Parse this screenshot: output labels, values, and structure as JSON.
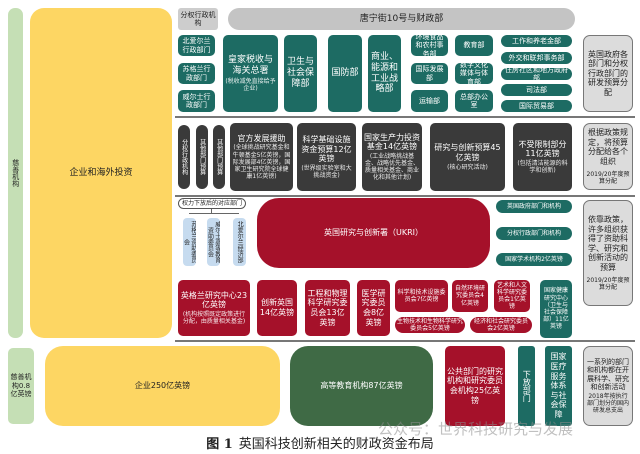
{
  "left": {
    "charity_label": "慈善机构",
    "business_label": "企业和海外投资"
  },
  "row1": {
    "devolved_header": "分权行政机构",
    "treasury_header": "唐宁街10号与财政部",
    "devolved": [
      "北爱尔兰行政部门",
      "苏格兰行政部门",
      "威尔士行政部门"
    ],
    "hmrc": {
      "title": "皇家税收与海关总署",
      "sub": "(税收减免直接给予企业)"
    },
    "dhsc": "卫生与社会保障部",
    "mod": "国防部",
    "beis": "商业、能源和工业战略部",
    "col_a": [
      "环境食品和农村事务部",
      "国际发展部",
      "运输部"
    ],
    "col_b": [
      "教育部",
      "数字文化媒体与体育部",
      "总部办公室"
    ],
    "col_c": [
      "工作和养老金部",
      "外交和联邦事务部",
      "住房社区和地方政府部",
      "司法部",
      "国际贸易部"
    ],
    "note": "英国政府各部门和分权行政部门的研发预算分配"
  },
  "row2": {
    "vertical": [
      "分权行政机构",
      "其他部门预算",
      "其他部门预算"
    ],
    "oda": {
      "title": "官方发展援助",
      "sub": "(全球挑战研究基金和牛顿基金5亿英镑，国际发展部4亿英镑，国家卫生研究院全球健康1亿英镑)"
    },
    "science": {
      "title": "科学基础设施资金预算12亿英镑",
      "sub": "(世界级实验室和大挑战资金)"
    },
    "nprf": {
      "title": "国家生产力投资基金14亿英镑",
      "sub": "(工业战略挑战基金、战略优先基金、质量相关基金、商业化和其他计划)"
    },
    "ri": {
      "title": "研究与创新预算45亿英镑",
      "sub": "(核心研究活动)"
    },
    "unrestricted": {
      "title": "不受限制部分11亿英镑",
      "sub": "(包括清洁能源的科学和创新)"
    },
    "note": {
      "title": "根据政策规定，将预算分配给各个组织",
      "sub": "2019/20年度预算分配"
    }
  },
  "row3": {
    "devolved_pill": "权力下放后的对应部门",
    "blue": [
      "苏格兰资助委员会",
      "威尔士高等教育资助委员会",
      "北爱尔兰经济部"
    ],
    "ukri": "英国研究与创新署（UKRI）",
    "right": [
      "英国政府部门和机构",
      "分权行政部门和机构",
      "国家学术机构2亿英镑"
    ],
    "note": {
      "title": "依靠政策，许多组织获得了资助科学、研究和创新活动的预算",
      "sub": "2019/20年度预算分配"
    }
  },
  "row4": {
    "re": {
      "title": "英格兰研究中心23亿英镑",
      "sub": "(机构按照既定政策进行分配，由质量相关基金)"
    },
    "iuk": "创新英国14亿英镑",
    "epsrc": "工程和物理科学研究委员会13亿英镑",
    "mrc": "医学研究委员会8亿英镑",
    "stfc": "科学和技术设施委员会7亿英镑",
    "nerc": "自然环境研究委员会4亿英镑",
    "ahrc": "艺术和人文科学研究委员会1亿英镑",
    "nihr": "国家健康研究中心（卫生与社会保障部）11亿英镑",
    "bbsrc": "生物技术和生物科学研究委员会5亿英镑",
    "esrc": "经济和社会研究委员会2亿英镑"
  },
  "bottom": {
    "charity": "慈善机构0.8亿英镑",
    "business": "企业250亿英镑",
    "he": "高等教育机构87亿英镑",
    "public": "公共部门的研究机构和研究委员会机构25亿英镑",
    "devolved": "下放部门",
    "nhs": "国家医疗服务体系与社会保障",
    "note": {
      "title": "一系列的部门和机构都在开展科学、研究和创新活动",
      "sub": "2018年按执行部门划分的国内研发总支出"
    }
  },
  "caption": {
    "fig": "图 1",
    "title": "英国科技创新相关的财政资金布局"
  },
  "watermark": "公众号：世界科技研究与发展"
}
